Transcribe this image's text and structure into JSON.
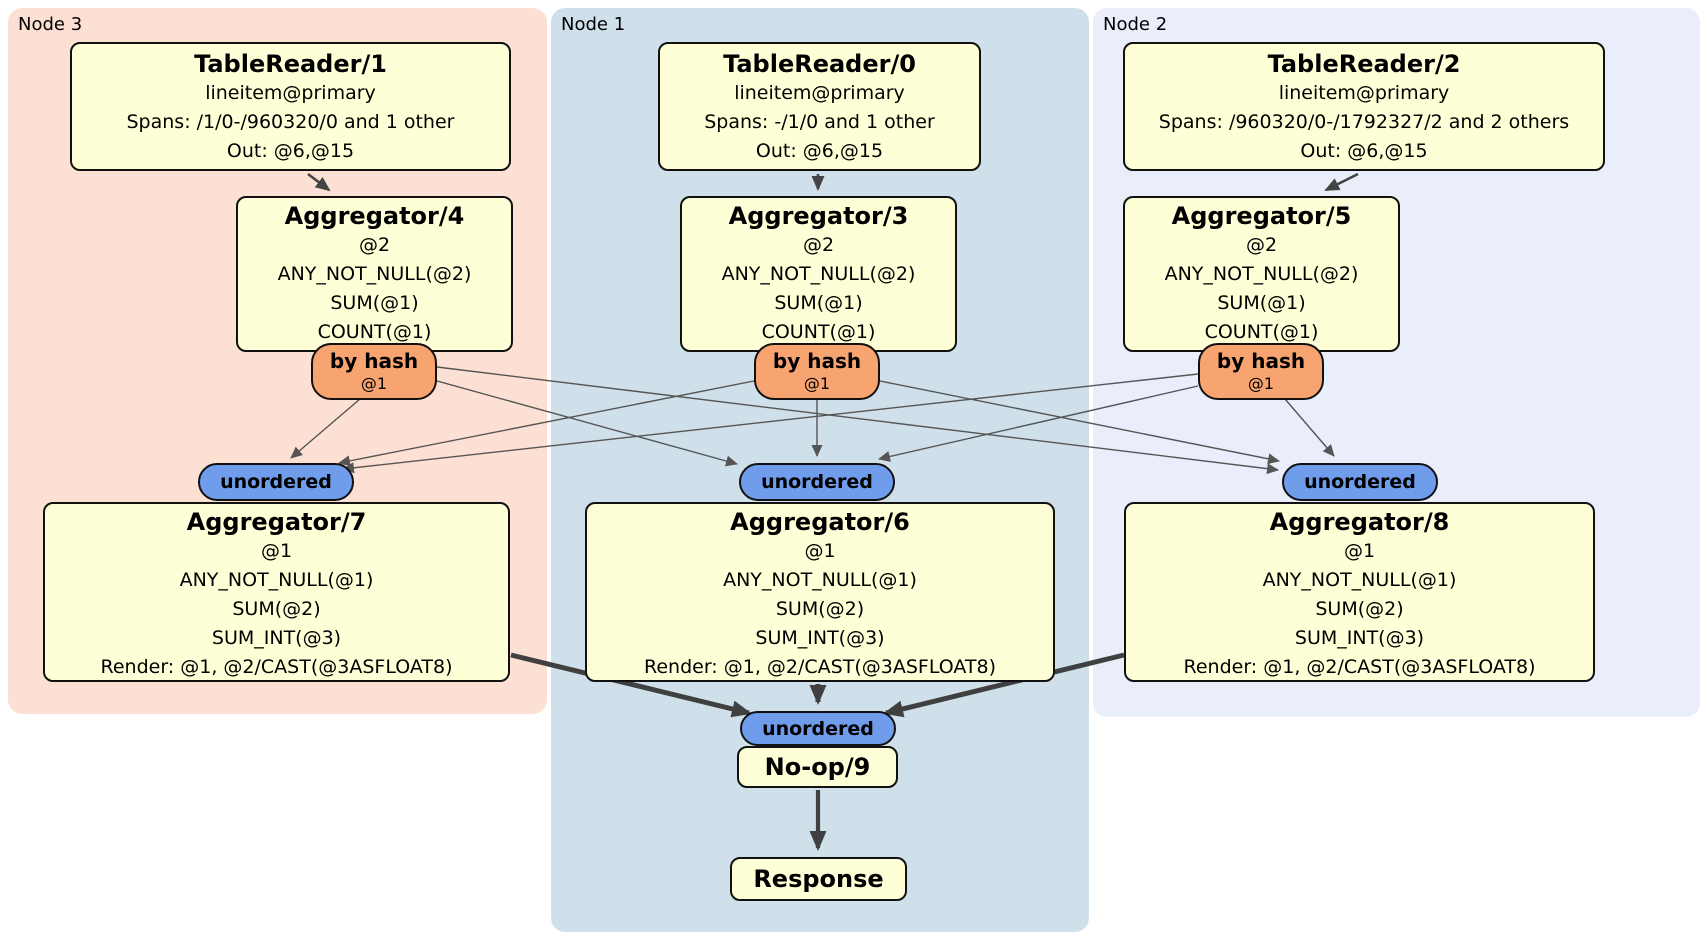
{
  "diagram": {
    "regions": [
      {
        "label": "Node 3"
      },
      {
        "label": "Node 1"
      },
      {
        "label": "Node 2"
      }
    ],
    "processors": {
      "tr1": {
        "title": "TableReader/1",
        "lines": [
          "lineitem@primary",
          "Spans: /1/0-/960320/0 and 1 other",
          "Out: @6,@15"
        ]
      },
      "tr0": {
        "title": "TableReader/0",
        "lines": [
          "lineitem@primary",
          "Spans: -/1/0 and 1 other",
          "Out: @6,@15"
        ]
      },
      "tr2": {
        "title": "TableReader/2",
        "lines": [
          "lineitem@primary",
          "Spans: /960320/0-/1792327/2 and 2 others",
          "Out: @6,@15"
        ]
      },
      "agg4": {
        "title": "Aggregator/4",
        "lines": [
          "@2",
          "ANY_NOT_NULL(@2)",
          "SUM(@1)",
          "COUNT(@1)"
        ]
      },
      "agg3": {
        "title": "Aggregator/3",
        "lines": [
          "@2",
          "ANY_NOT_NULL(@2)",
          "SUM(@1)",
          "COUNT(@1)"
        ]
      },
      "agg5": {
        "title": "Aggregator/5",
        "lines": [
          "@2",
          "ANY_NOT_NULL(@2)",
          "SUM(@1)",
          "COUNT(@1)"
        ]
      },
      "agg7": {
        "title": "Aggregator/7",
        "lines": [
          "@1",
          "ANY_NOT_NULL(@1)",
          "SUM(@2)",
          "SUM_INT(@3)",
          "Render: @1, @2/CAST(@3ASFLOAT8)"
        ]
      },
      "agg6": {
        "title": "Aggregator/6",
        "lines": [
          "@1",
          "ANY_NOT_NULL(@1)",
          "SUM(@2)",
          "SUM_INT(@3)",
          "Render: @1, @2/CAST(@3ASFLOAT8)"
        ]
      },
      "agg8": {
        "title": "Aggregator/8",
        "lines": [
          "@1",
          "ANY_NOT_NULL(@1)",
          "SUM(@2)",
          "SUM_INT(@3)",
          "Render: @1, @2/CAST(@3ASFLOAT8)"
        ]
      },
      "noop": {
        "title": "No-op/9"
      },
      "response": {
        "title": "Response"
      }
    },
    "routers": {
      "by_hash": "by hash",
      "hash_cols": "@1"
    },
    "streams": {
      "unordered": "unordered"
    }
  },
  "colors": {
    "region_node1_bg": "#cfe0ea",
    "region_node2_bg": "#e9eefa",
    "region_node3_bg": "#fce0d3",
    "processor_bg": "#ffffd7",
    "router_bg": "#f7a471",
    "stream_bg": "#6f9ceb",
    "border": "#111111",
    "edge_thin": "#555555",
    "edge_med": "#444444",
    "edge_thick": "#404040"
  }
}
